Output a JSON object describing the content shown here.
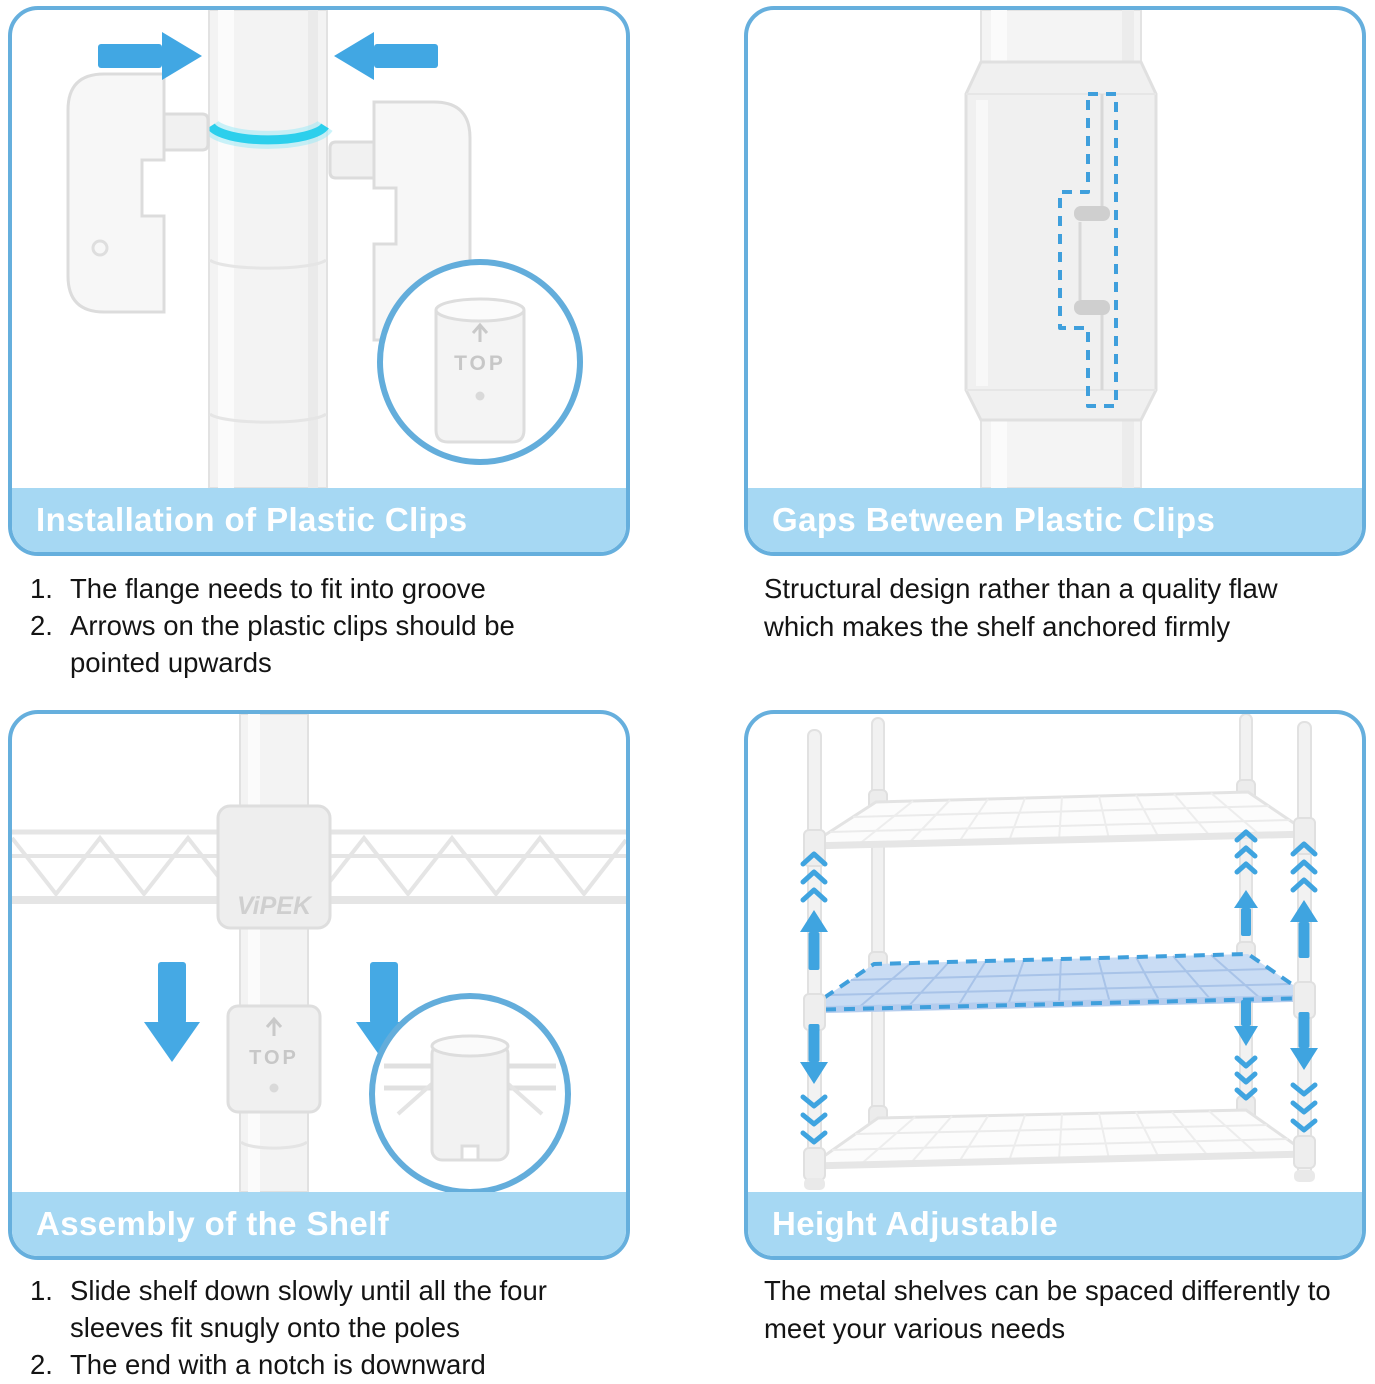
{
  "colors": {
    "card_border": "#66AFDD",
    "caption_bg": "#A6D8F3",
    "title_text": "#FFFFFF",
    "body_text": "#141414",
    "arrow_blue": "#41A7E3",
    "groove_glow_cyan": "#2CCFEC",
    "dashed_highlight_blue": "#3F9FDC",
    "highlighted_shelf_fill": "#C9DCF4"
  },
  "panels": [
    {
      "title": "Installation of Plastic Clips",
      "notes": [
        {
          "num": "1.",
          "lines": [
            "The flange needs to fit into groove"
          ]
        },
        {
          "num": "2.",
          "lines": [
            "Arrows on the plastic clips should be",
            "pointed upwards"
          ]
        }
      ],
      "inset": {
        "label": "TOP"
      }
    },
    {
      "title": "Gaps Between Plastic Clips",
      "paragraph_lines": [
        "Structural design rather than a quality flaw",
        "which makes the shelf anchored firmly"
      ]
    },
    {
      "title": "Assembly of the Shelf",
      "notes": [
        {
          "num": "1.",
          "lines": [
            "Slide shelf down slowly until all the four",
            "sleeves fit snugly onto the poles"
          ]
        },
        {
          "num": "2.",
          "lines": [
            "The end with a notch is downward"
          ]
        }
      ],
      "brand": "ViPEK",
      "sleeve": {
        "label": "TOP"
      }
    },
    {
      "title": "Height Adjustable",
      "paragraph_lines": [
        "The metal shelves can be spaced differently to",
        "meet your various needs"
      ]
    }
  ]
}
